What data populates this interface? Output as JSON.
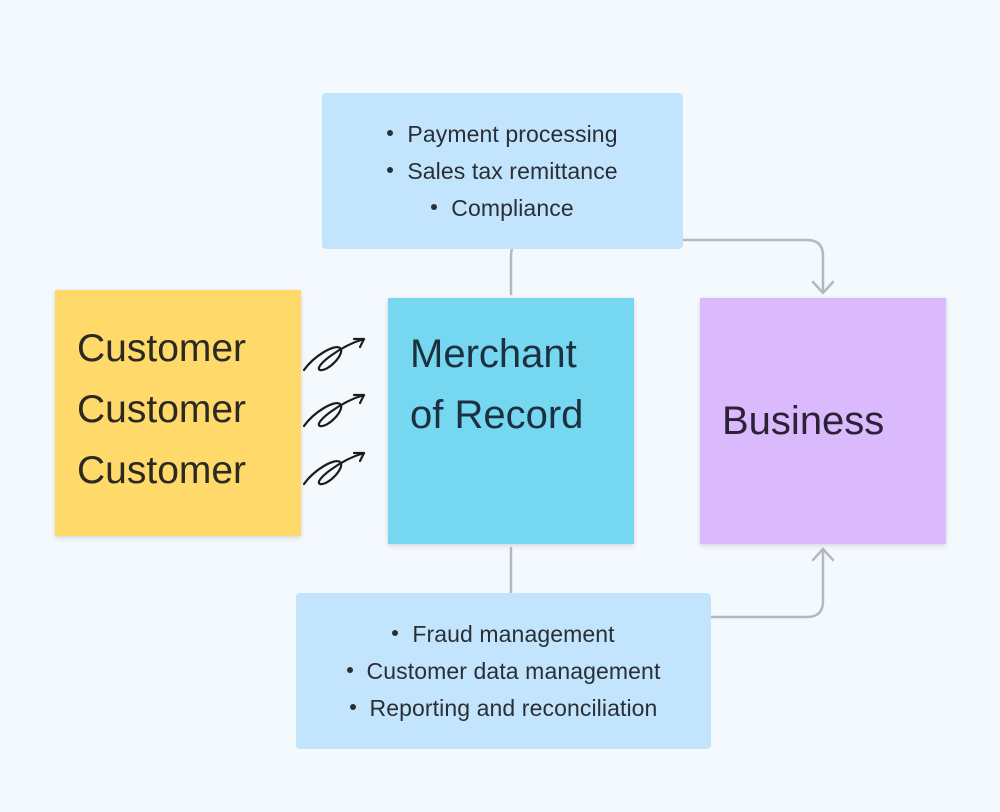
{
  "top_box": {
    "items": [
      "Payment processing",
      "Sales tax remittance",
      "Compliance"
    ]
  },
  "bottom_box": {
    "items": [
      "Fraud management",
      "Customer data management",
      "Reporting and reconciliation"
    ]
  },
  "customer_note": {
    "lines": [
      "Customer",
      "Customer",
      "Customer"
    ],
    "color": "#ffd96a"
  },
  "mor_note": {
    "lines": [
      "Merchant",
      "of Record"
    ],
    "color": "#76d7f0"
  },
  "business_note": {
    "label": "Business",
    "color": "#dabafc"
  },
  "info_box_color": "#c2e4fc",
  "connector_color": "#b3b9bf",
  "icons": {
    "customer_to_mor": "hand-drawn-arrow-icon",
    "connector_arrowhead": "chevron-down-icon"
  }
}
